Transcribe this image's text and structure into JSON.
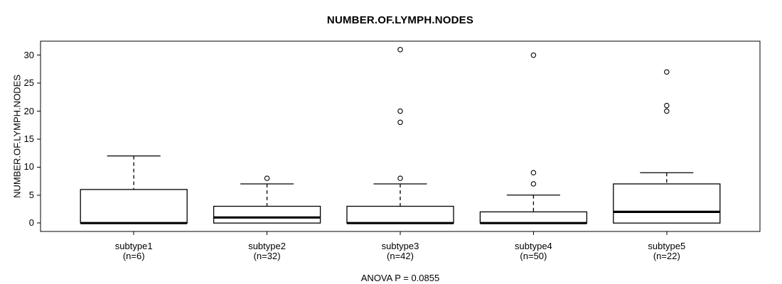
{
  "chart_data": {
    "type": "boxplot",
    "title": "NUMBER.OF.LYMPH.NODES",
    "ylabel": "NUMBER.OF.LYMPH.NODES",
    "xlabel": "",
    "annotation": "ANOVA P = 0.0855",
    "y_ticks": [
      0,
      5,
      10,
      15,
      20,
      25,
      30
    ],
    "ylim": [
      -1.5,
      32.5
    ],
    "grid": false,
    "legend": false,
    "categories": [
      "subtype1",
      "subtype2",
      "subtype3",
      "subtype4",
      "subtype5"
    ],
    "sample_size_labels": [
      "(n=6)",
      "(n=32)",
      "(n=42)",
      "(n=50)",
      "(n=22)"
    ],
    "series": [
      {
        "name": "subtype1",
        "n": 6,
        "whisker_low": 0,
        "q1": 0,
        "median": 0,
        "q3": 6,
        "whisker_high": 12,
        "outliers": []
      },
      {
        "name": "subtype2",
        "n": 32,
        "whisker_low": 0,
        "q1": 0,
        "median": 1,
        "q3": 3,
        "whisker_high": 7,
        "outliers": [
          8
        ]
      },
      {
        "name": "subtype3",
        "n": 42,
        "whisker_low": 0,
        "q1": 0,
        "median": 0,
        "q3": 3,
        "whisker_high": 7,
        "outliers": [
          8,
          18,
          20,
          31
        ]
      },
      {
        "name": "subtype4",
        "n": 50,
        "whisker_low": 0,
        "q1": 0,
        "median": 0,
        "q3": 2,
        "whisker_high": 5,
        "outliers": [
          7,
          9,
          30
        ]
      },
      {
        "name": "subtype5",
        "n": 22,
        "whisker_low": 0,
        "q1": 0,
        "median": 2,
        "q3": 7,
        "whisker_high": 9,
        "outliers": [
          20,
          21,
          27
        ]
      }
    ],
    "colors": {
      "line": "#000000",
      "box_fill": "#ffffff",
      "background": "#ffffff"
    }
  }
}
